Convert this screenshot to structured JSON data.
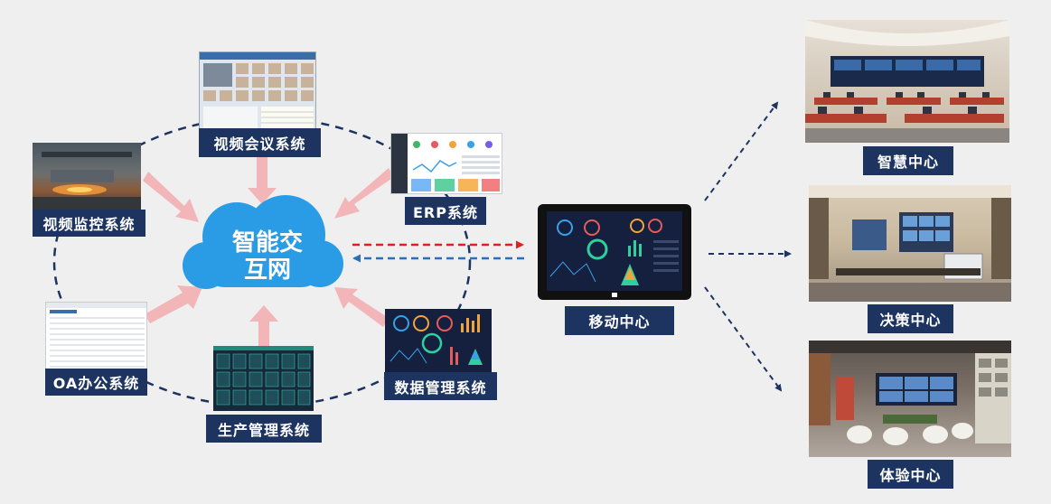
{
  "center": {
    "line1": "智能交",
    "line2": "互网"
  },
  "systems": {
    "video_conference": "视频会议系统",
    "video_monitor": "视频监控系统",
    "erp": "ERP系统",
    "oa": "OA办公系统",
    "production": "生产管理系统",
    "data_management": "数据管理系统"
  },
  "mobile_center": "移动中心",
  "centers": {
    "smart": "智慧中心",
    "decision": "决策中心",
    "experience": "体验中心"
  },
  "colors": {
    "label_bg": "#1d3461",
    "cloud": "#2a9be5",
    "arrow_pink": "#f2b5b8",
    "dashed_navy": "#1d3461",
    "dashed_red": "#e02020",
    "dashed_blue": "#2f6db5",
    "screen_dark": "#14203d"
  }
}
